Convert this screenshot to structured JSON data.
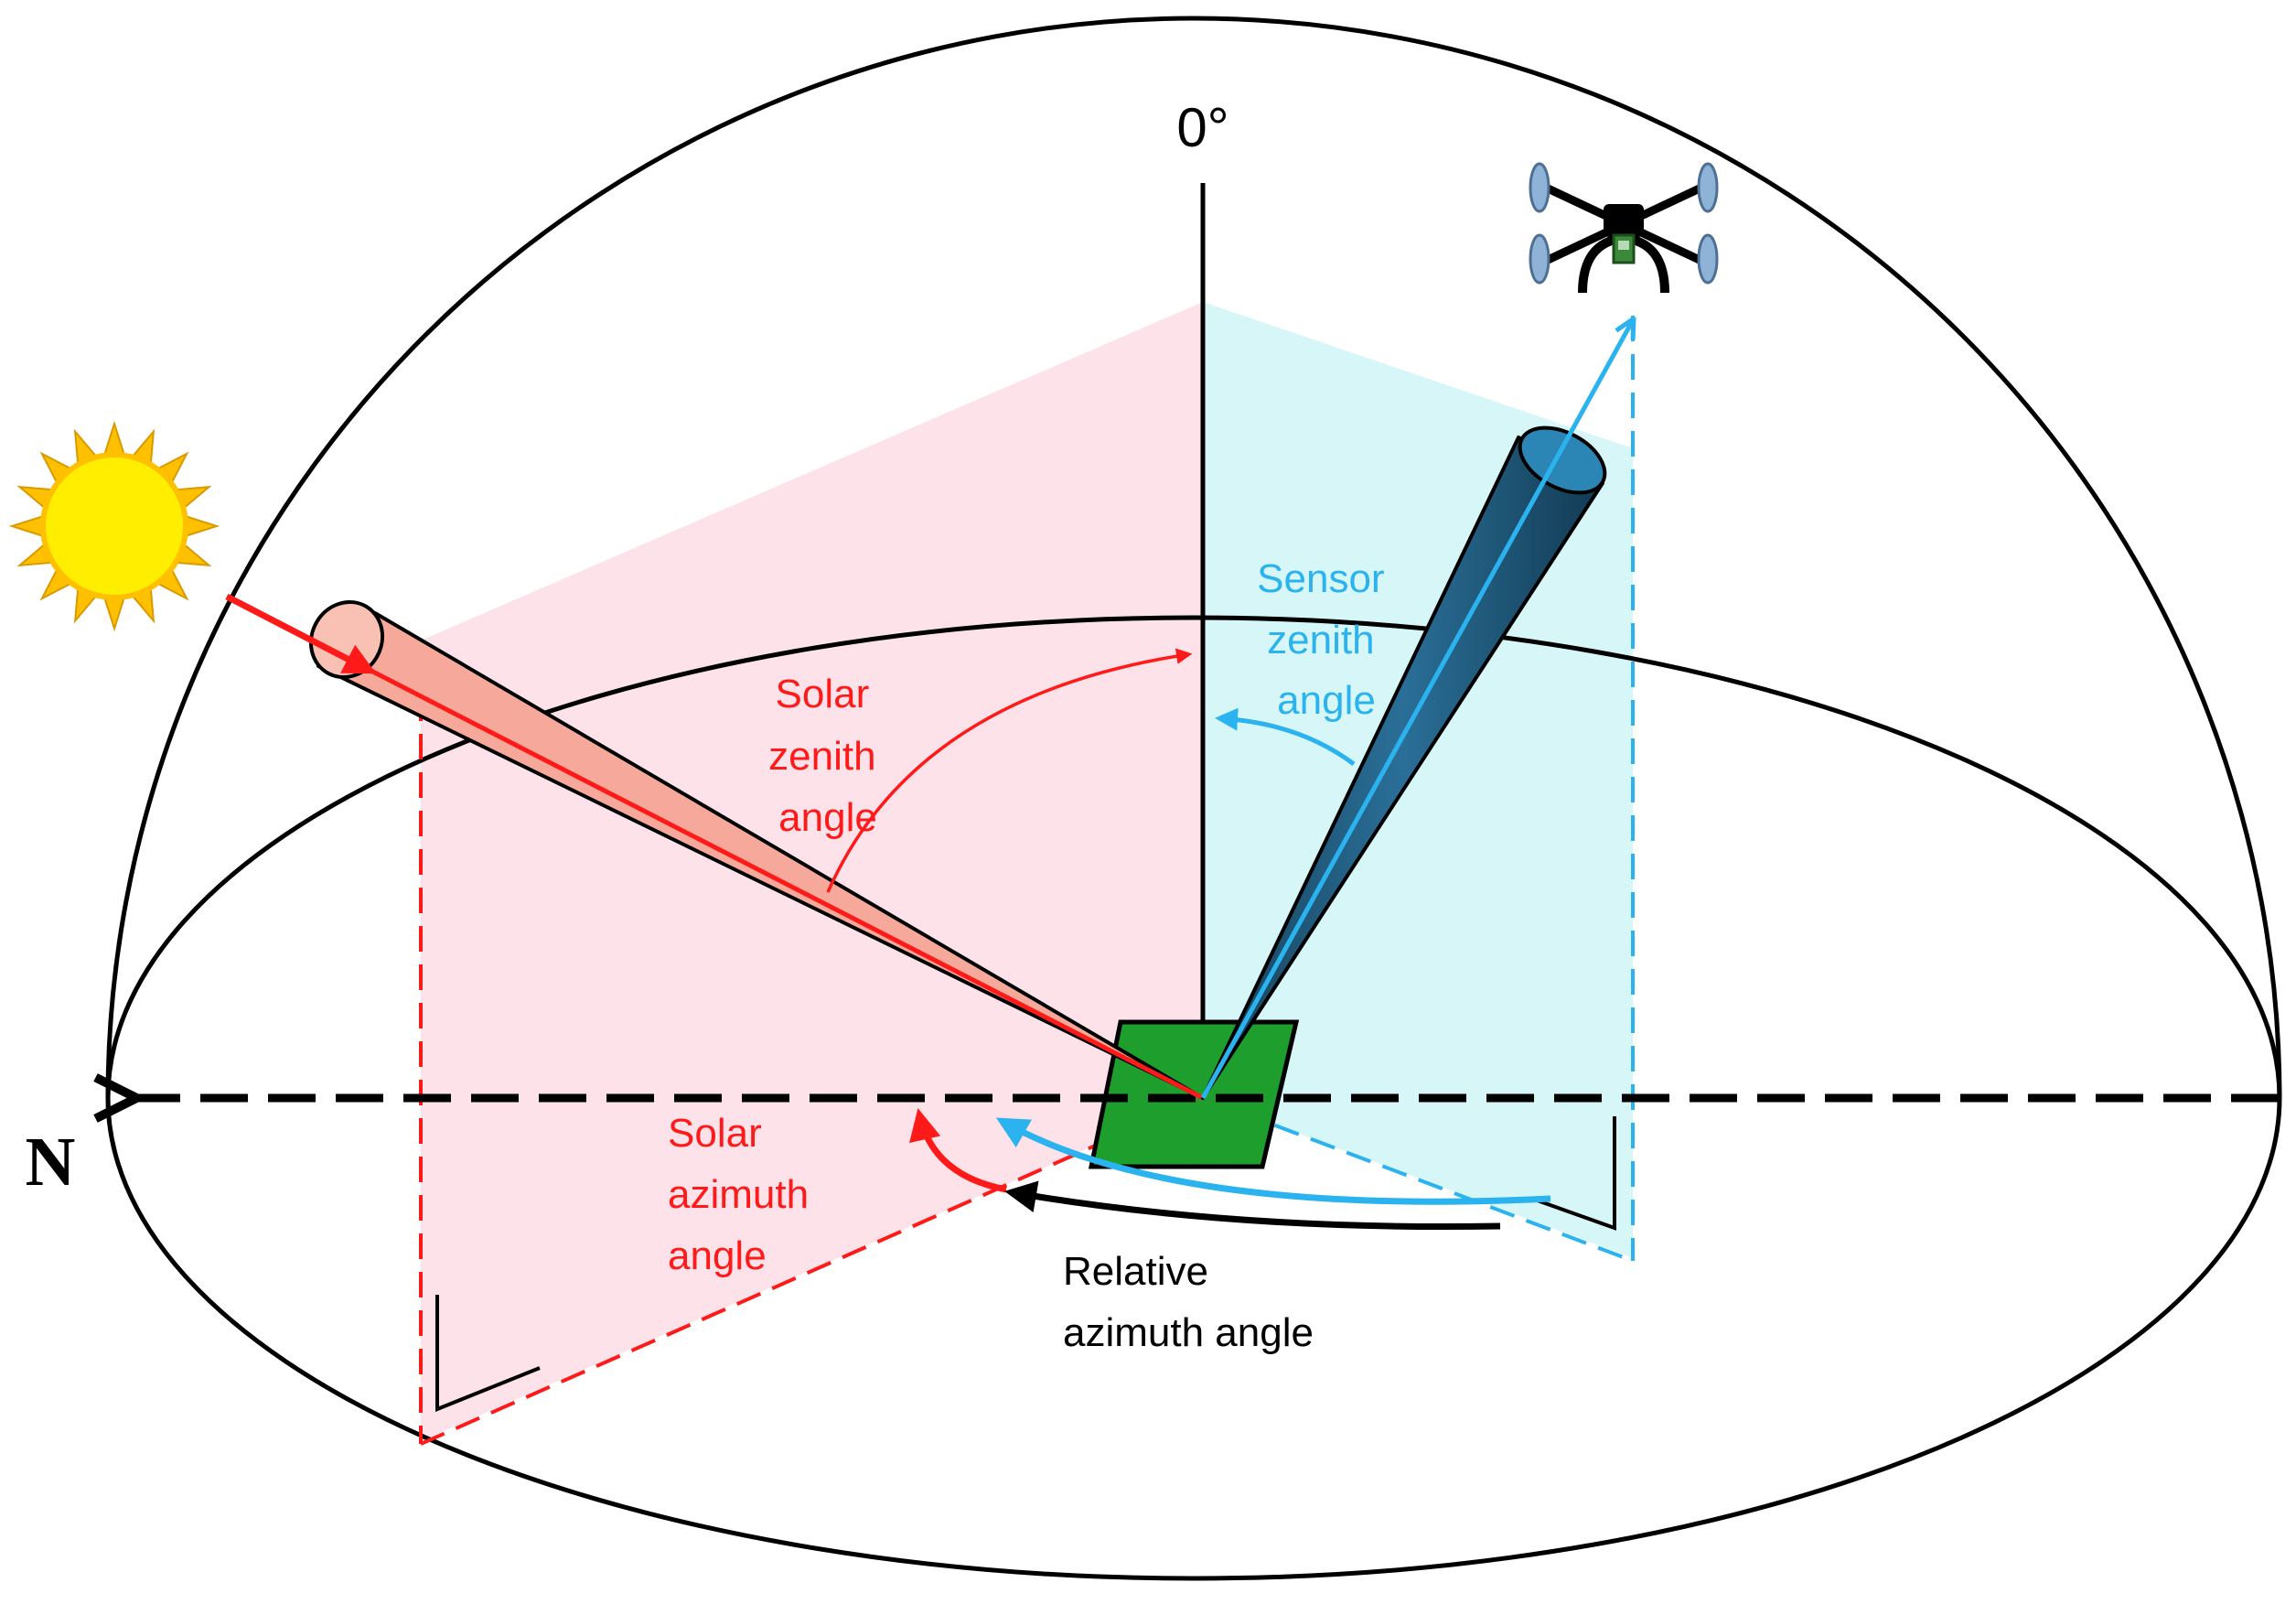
{
  "labels": {
    "zenith_top": "0°",
    "north": "N",
    "solar_zenith": [
      "Solar",
      "zenith",
      "angle"
    ],
    "sensor_zenith": [
      "Sensor",
      "zenith",
      "angle"
    ],
    "solar_azimuth": [
      "Solar",
      "azimuth",
      "angle"
    ],
    "relative_azimuth": [
      "Relative",
      "azimuth angle"
    ]
  },
  "colors": {
    "solar": "#ff1a1a",
    "sensor": "#2ab3ee",
    "relative": "#000000",
    "solar_plane": "#fde2ea",
    "sensor_plane": "#d7f6f8",
    "target": "#1e9e2c",
    "sun": "#ffee00",
    "sun_rays": "#ffc000",
    "sensor_cone": "#1b5a7e"
  },
  "icons": {
    "sun": "sun-icon",
    "drone": "drone-icon",
    "target": "target-patch"
  }
}
